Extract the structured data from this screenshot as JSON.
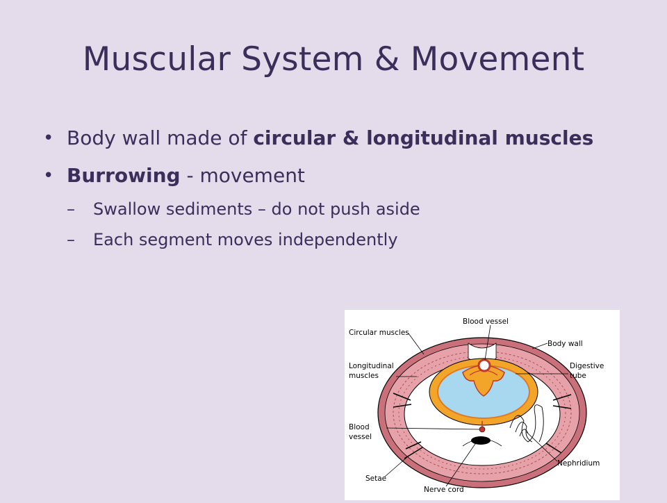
{
  "slide": {
    "title": "Muscular System & Movement",
    "bullets": [
      {
        "prefix": "Body wall made of ",
        "bold": "circular & longitudinal muscles",
        "suffix": ""
      },
      {
        "prefix": "",
        "bold": "Burrowing",
        "suffix": " - movement",
        "sub": [
          "Swallow sediments – do not push aside",
          "Each segment moves independently"
        ]
      }
    ]
  },
  "diagram": {
    "labels": {
      "circular_muscles": "Circular muscles",
      "blood_vessel_top": "Blood vessel",
      "body_wall": "Body wall",
      "longitudinal_1": "Longitudinal",
      "longitudinal_2": "muscles",
      "digestive_1": "Digestive",
      "digestive_2": "tube",
      "blood_vessel_left_1": "Blood",
      "blood_vessel_left_2": "vessel",
      "nephridium": "Nephridium",
      "setae": "Setae",
      "nerve_cord": "Nerve cord"
    }
  }
}
